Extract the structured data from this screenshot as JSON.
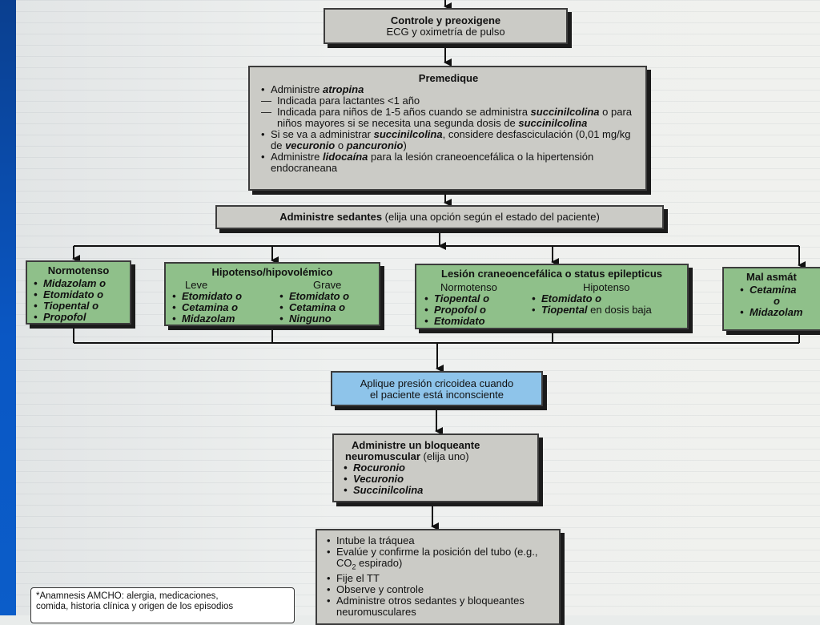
{
  "box1": {
    "title": "Controle y preoxigene",
    "line": "ECG y oximetría de pulso"
  },
  "box2": {
    "title": "Premedique",
    "item1_pre": "Administre ",
    "item1_drug": "atropina",
    "sub1": "Indicada para lactantes <1 año",
    "sub2_a": "Indicada para niños de 1-5 años cuando se administra ",
    "sub2_drug1": "succinilcolina",
    "sub2_b": " o para niños mayores si se necesita una segunda dosis de ",
    "sub2_drug2": "succinilcolina",
    "item2_a": "Si se va a administrar ",
    "item2_drug": "succinilcolina",
    "item2_b": ", considere desfasciculación (0,01 mg/kg de ",
    "item2_drug2": "vecuronio",
    "item2_c": " o ",
    "item2_drug3": "pancuronio",
    "item2_d": ")",
    "item3_a": "Administre ",
    "item3_drug": "lidocaína",
    "item3_b": " para la lesión craneoencefálica o la hipertensión endocraneana"
  },
  "box3": {
    "bold": "Administre sedantes",
    "rest": " (elija una opción según el estado del paciente)"
  },
  "normotenso": {
    "title": "Normotenso",
    "items": [
      "Midazolam o",
      "Etomidato o",
      "Tiopental o",
      "Propofol"
    ]
  },
  "hipotenso": {
    "title": "Hipotenso/hipovolémico",
    "leve_label": "Leve",
    "grave_label": "Grave",
    "leve": [
      "Etomidato o",
      "Cetamina o",
      "Midazolam"
    ],
    "grave": [
      "Etomidato o",
      "Cetamina o",
      "Ninguno"
    ]
  },
  "lesion": {
    "title": "Lesión craneoencefálica o status epilepticus",
    "normo_label": "Normotenso",
    "hipo_label": "Hipotenso",
    "normo": [
      "Tiopental o",
      "Propofol o",
      "Etomidato"
    ],
    "hipo1": "Etomidato o",
    "hipo2_drug": "Tiopental",
    "hipo2_rest": " en dosis baja"
  },
  "asma": {
    "title": "Mal asmát",
    "item1": "Cetamina",
    "or": "o",
    "item2": "Midazolam"
  },
  "cricoid": {
    "line1": "Aplique presión cricoidea cuando",
    "line2": "el paciente está inconsciente"
  },
  "bloqueante": {
    "title1": "Administre un bloqueante",
    "title2": "neuromuscular",
    "title2_rest": " (elija uno)",
    "items": [
      "Rocuronio",
      "Vecuronio",
      "Succinilcolina"
    ]
  },
  "intube": {
    "item1": "Intube la tráquea",
    "item2_a": "Evalúe y confirme la posición del tubo (e.g., CO",
    "item2_sub": "2",
    "item2_b": " espirado)",
    "item3": "Fije el TT",
    "item4": "Observe y controle",
    "item5": "Administre otros sedantes y bloqueantes neuromusculares"
  },
  "note": {
    "line1": "*Anamnesis AMCHO: alergia, medicaciones,",
    "line2": "comida, historia clínica y origen de los episodios"
  }
}
